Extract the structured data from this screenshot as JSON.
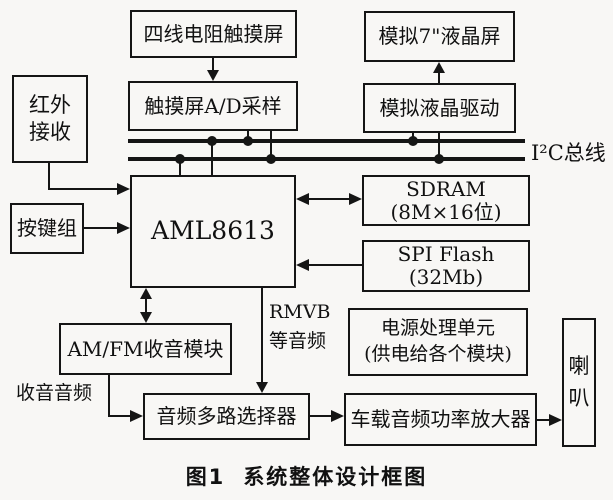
{
  "nodes": {
    "touchscreen": {
      "label": "四线电阻触摸屏"
    },
    "lcd": {
      "label": "模拟7\"液晶屏"
    },
    "adc": {
      "label": "触摸屏A/D采样"
    },
    "lcd_driver": {
      "label": "模拟液晶驱动"
    },
    "ir": {
      "line1": "红外",
      "line2": "接收"
    },
    "keys": {
      "label": "按键组"
    },
    "cpu": {
      "label": "AML8613"
    },
    "sdram": {
      "line1": "SDRAM",
      "line2": "(8M×16位)"
    },
    "spi_flash": {
      "line1": "SPI Flash",
      "line2": "(32Mb)"
    },
    "amfm": {
      "label": "AM/FM收音模块"
    },
    "power": {
      "line1": "电源处理单元",
      "line2": "(供电给各个模块)"
    },
    "audio_mux": {
      "label": "音频多路选择器"
    },
    "amplifier": {
      "label": "车载音频功率放大器"
    },
    "speaker": {
      "line1": "喇",
      "line2": "叭"
    }
  },
  "labels": {
    "i2c_bus": "I²C总线",
    "radio_audio": "收音音频",
    "rmvb_line1": "RMVB",
    "rmvb_line2": "等音频",
    "caption_fig": "图1",
    "caption_title": "系统整体设计框图"
  }
}
